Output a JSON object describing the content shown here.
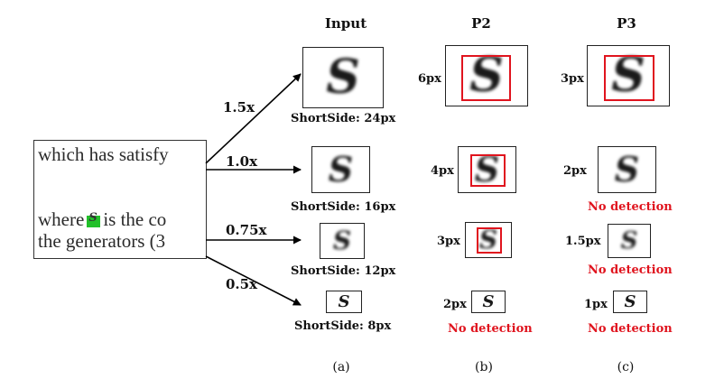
{
  "headers": {
    "input": "Input",
    "p2": "P2",
    "p3": "P3"
  },
  "source": {
    "line1": "which has satisfy",
    "line2a": "where",
    "line2b": "is the co",
    "line3": "the generators (3",
    "highlight_glyph": "S",
    "highlight_color": "#22c02a"
  },
  "scales": [
    "1.5x",
    "1.0x",
    "0.75x",
    "0.5x"
  ],
  "glyph": "S",
  "input_sizes": [
    "ShortSide: 24px",
    "ShortSide: 16px",
    "ShortSide: 12px",
    "ShortSide: 8px"
  ],
  "p2": {
    "labels": [
      "6px",
      "4px",
      "3px",
      "2px"
    ],
    "no_detection": "No detection"
  },
  "p3": {
    "labels": [
      "3px",
      "2px",
      "1.5px",
      "1px"
    ],
    "no_detection_1": "No detection",
    "no_detection_2": "No detection",
    "no_detection_3": "No detection"
  },
  "captions": {
    "a": "(a)",
    "b": "(b)",
    "c": "(c)"
  },
  "colors": {
    "detection_box": "#e0141e",
    "no_detection_text": "#e0141e"
  }
}
